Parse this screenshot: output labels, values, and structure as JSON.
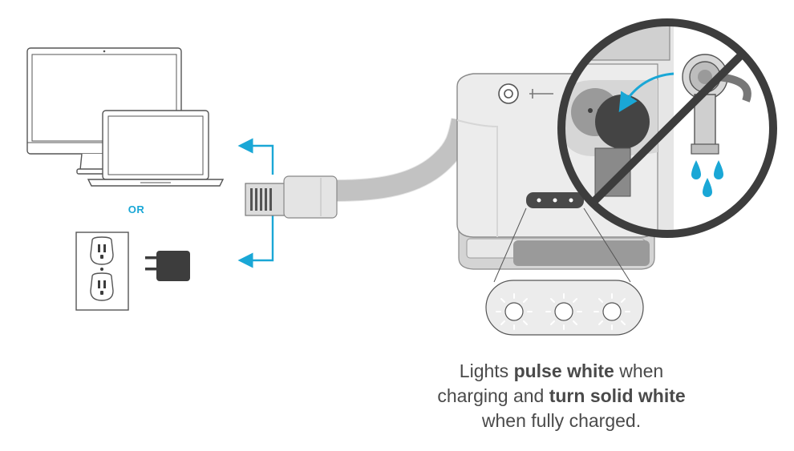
{
  "or_label": "OR",
  "caption": {
    "line1": {
      "a": "Lights ",
      "b": "pulse white",
      "c": " when"
    },
    "line2": {
      "a": "charging and ",
      "b": "turn solid white"
    },
    "line3": {
      "a": "when fully charged."
    }
  },
  "colors": {
    "accent": "#1aa7d6",
    "line": "#555555",
    "dark": "#3d3d3d",
    "case": "#ececec",
    "text": "#4a4a4a"
  },
  "icons": {
    "monitor": "desktop-monitor-icon",
    "laptop": "laptop-icon",
    "outlet": "wall-outlet-icon",
    "adapter": "wall-adapter-icon",
    "usb": "usb-plug-icon",
    "case": "charging-case-icon",
    "earbud": "earbud-icon",
    "no_water": "no-water-icon",
    "lights": "indicator-lights-icon"
  }
}
